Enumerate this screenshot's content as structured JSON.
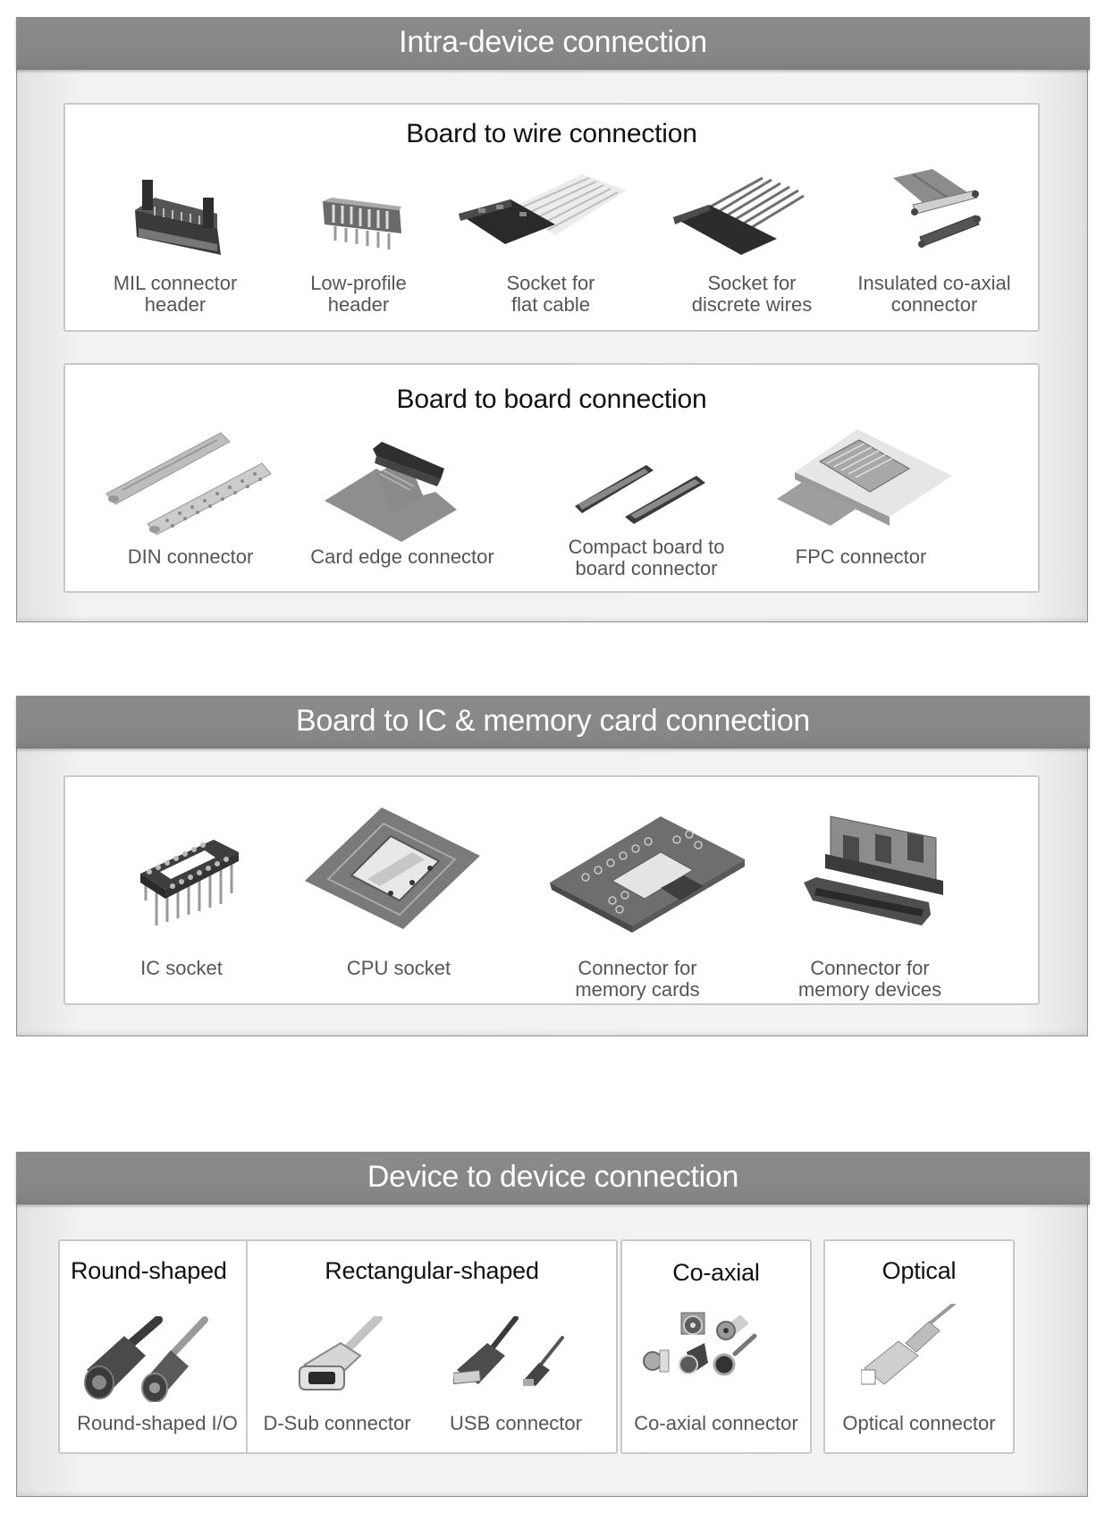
{
  "sections": [
    {
      "title": "Intra-device connection",
      "groups": [
        {
          "title": "Board to wire connection",
          "items": [
            {
              "label": "MIL connector\nheader",
              "icon": "mil-connector-header-icon"
            },
            {
              "label": "Low-profile\nheader",
              "icon": "low-profile-header-icon"
            },
            {
              "label": "Socket for\nflat cable",
              "icon": "flat-cable-socket-icon"
            },
            {
              "label": "Socket for\ndiscrete wires",
              "icon": "discrete-wires-socket-icon"
            },
            {
              "label": "Insulated co-axial\nconnector",
              "icon": "insulated-coaxial-connector-icon"
            }
          ]
        },
        {
          "title": "Board to board connection",
          "items": [
            {
              "label": "DIN connector",
              "icon": "din-connector-icon"
            },
            {
              "label": "Card edge connector",
              "icon": "card-edge-connector-icon"
            },
            {
              "label": "Compact board to\nboard connector",
              "icon": "compact-board-to-board-connector-icon"
            },
            {
              "label": "FPC connector",
              "icon": "fpc-connector-icon"
            }
          ]
        }
      ]
    },
    {
      "title": "Board to IC & memory card connection",
      "groups": [
        {
          "items": [
            {
              "label": "IC socket",
              "icon": "ic-socket-icon"
            },
            {
              "label": "CPU socket",
              "icon": "cpu-socket-icon"
            },
            {
              "label": "Connector for\nmemory cards",
              "icon": "memory-card-connector-icon"
            },
            {
              "label": "Connector for\nmemory devices",
              "icon": "memory-device-connector-icon"
            }
          ]
        }
      ]
    },
    {
      "title": "Device to device connection",
      "groups": [
        {
          "title": "Round-shaped",
          "items": [
            {
              "label": "Round-shaped I/O",
              "icon": "round-shaped-io-icon"
            }
          ]
        },
        {
          "title": "Rectangular-shaped",
          "items": [
            {
              "label": "D-Sub connector",
              "icon": "d-sub-connector-icon"
            },
            {
              "label": "USB connector",
              "icon": "usb-connector-icon"
            }
          ]
        },
        {
          "title": "Co-axial",
          "items": [
            {
              "label": "Co-axial connector",
              "icon": "coaxial-connector-icon"
            }
          ]
        },
        {
          "title": "Optical",
          "items": [
            {
              "label": "Optical connector",
              "icon": "optical-connector-icon"
            }
          ]
        }
      ]
    }
  ],
  "colors": {
    "header_bg": "#878787",
    "header_text": "#ffffff",
    "panel_bg": "#f2f2f2",
    "box_border": "#c9c9c9",
    "label_text": "#555555",
    "title_text": "#111111"
  }
}
